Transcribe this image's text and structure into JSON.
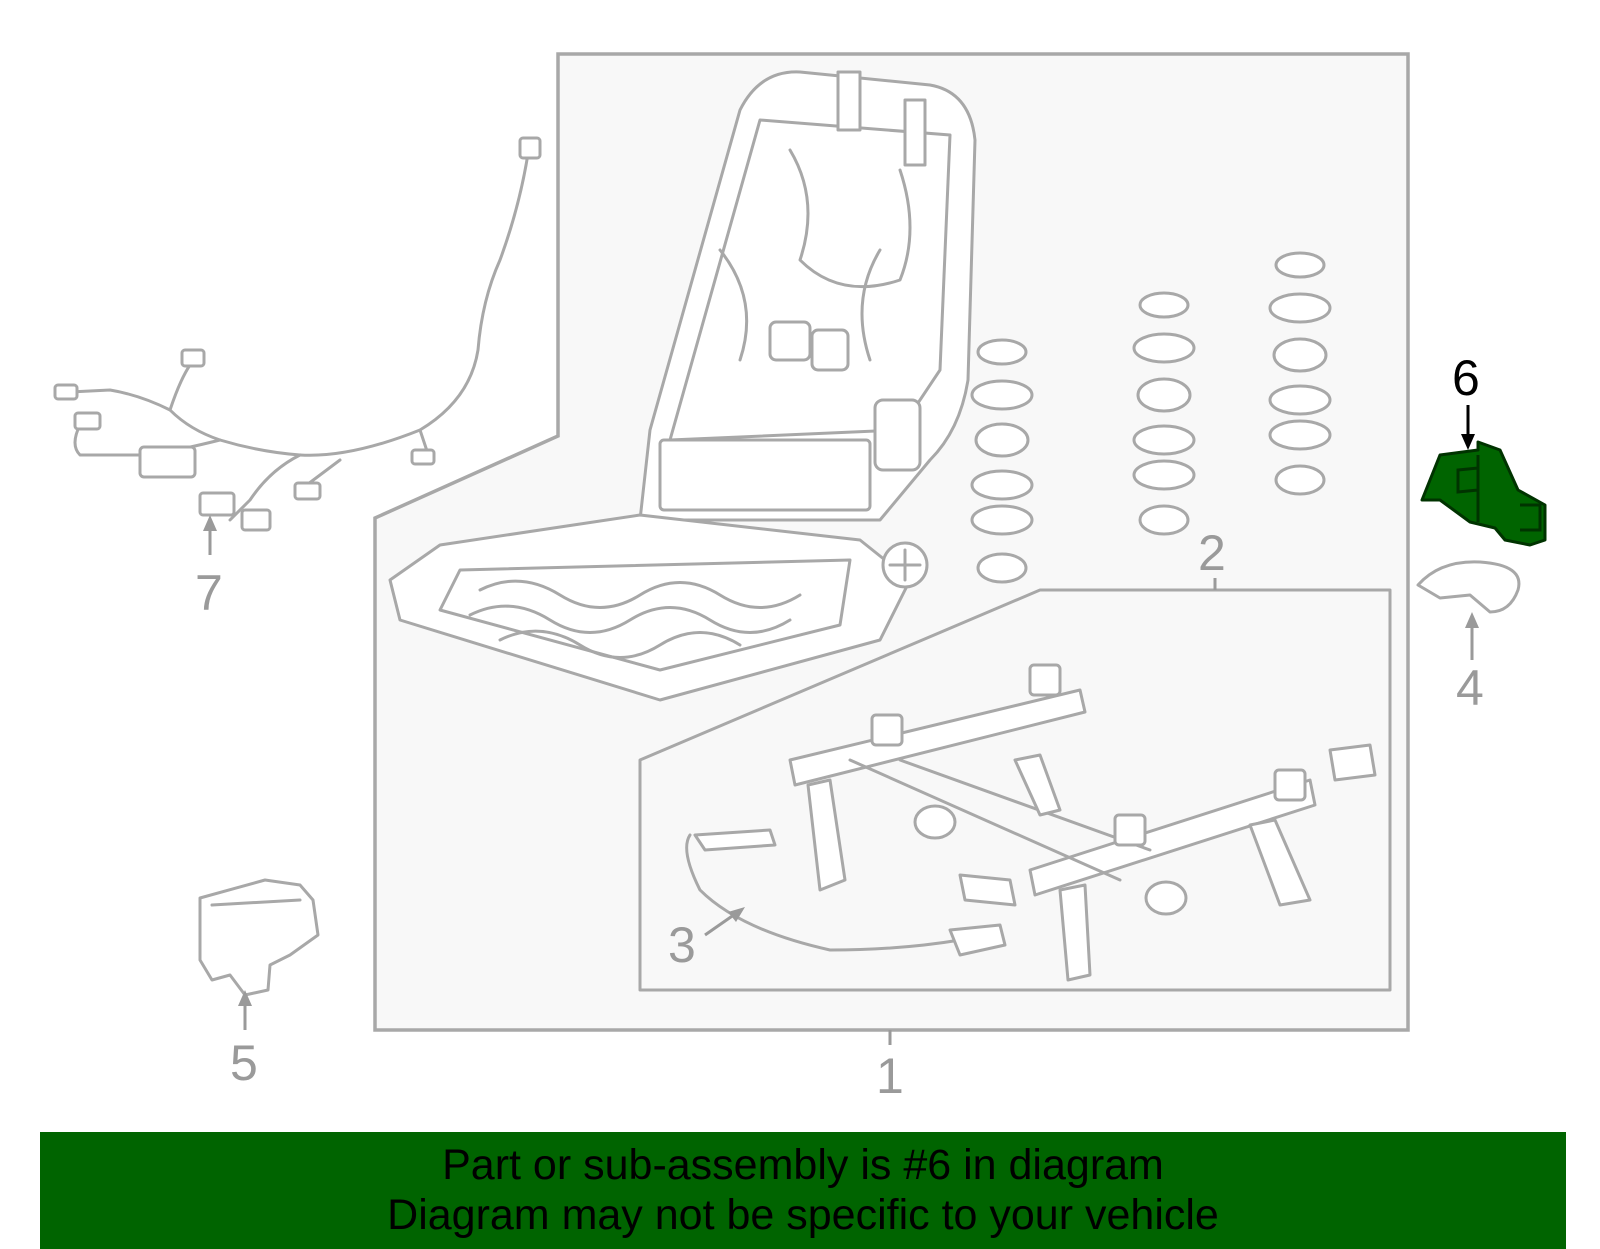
{
  "callouts": [
    {
      "id": "1",
      "label": "1"
    },
    {
      "id": "2",
      "label": "2"
    },
    {
      "id": "3",
      "label": "3"
    },
    {
      "id": "4",
      "label": "4"
    },
    {
      "id": "5",
      "label": "5"
    },
    {
      "id": "6",
      "label": "6"
    },
    {
      "id": "7",
      "label": "7"
    }
  ],
  "highlighted_part": "6",
  "highlight_color": "#006400",
  "banner": {
    "line1": "Part or sub-assembly is #6 in diagram",
    "line2": "Diagram may not be specific to your vehicle",
    "background": "#006400"
  }
}
